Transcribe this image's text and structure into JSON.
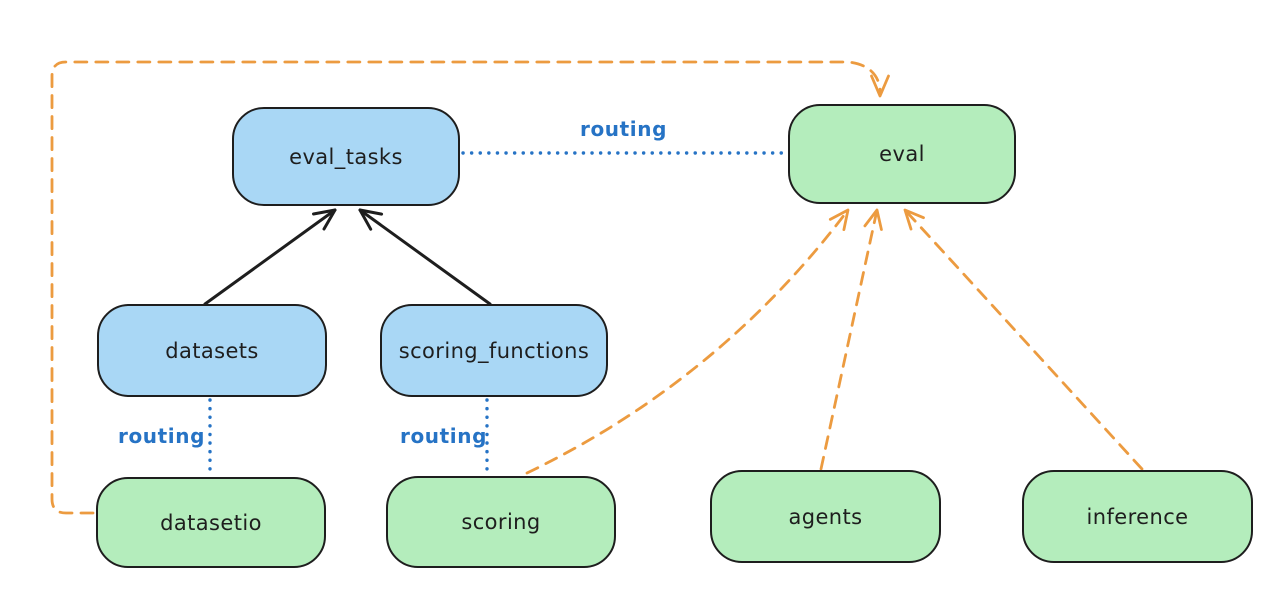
{
  "colors": {
    "bg": "#ffffff",
    "blue_fill": "#a9d7f5",
    "green_fill": "#b4edbc",
    "stroke": "#1e1e1e",
    "routing_blue": "#2673c5",
    "provider_orange": "#ec9b40"
  },
  "nodes": [
    {
      "id": "eval_tasks",
      "label": "eval_tasks",
      "kind": "resource-blue"
    },
    {
      "id": "eval",
      "label": "eval",
      "kind": "api-green"
    },
    {
      "id": "datasets",
      "label": "datasets",
      "kind": "resource-blue"
    },
    {
      "id": "scoring_functions",
      "label": "scoring_functions",
      "kind": "resource-blue"
    },
    {
      "id": "datasetio",
      "label": "datasetio",
      "kind": "api-green"
    },
    {
      "id": "scoring",
      "label": "scoring",
      "kind": "api-green"
    },
    {
      "id": "agents",
      "label": "agents",
      "kind": "api-green"
    },
    {
      "id": "inference",
      "label": "inference",
      "kind": "api-green"
    }
  ],
  "edges": [
    {
      "from": "datasets",
      "to": "eval_tasks",
      "style": "solid",
      "color": "black",
      "arrow": true,
      "label": ""
    },
    {
      "from": "scoring_functions",
      "to": "eval_tasks",
      "style": "solid",
      "color": "black",
      "arrow": true,
      "label": ""
    },
    {
      "from": "eval_tasks",
      "to": "eval",
      "style": "dotted",
      "color": "blue",
      "arrow": false,
      "label": "routing"
    },
    {
      "from": "datasets",
      "to": "datasetio",
      "style": "dotted",
      "color": "blue",
      "arrow": false,
      "label": "routing"
    },
    {
      "from": "scoring_functions",
      "to": "scoring",
      "style": "dotted",
      "color": "blue",
      "arrow": false,
      "label": "routing"
    },
    {
      "from": "datasetio",
      "to": "eval",
      "style": "dashed",
      "color": "orange",
      "arrow": true,
      "label": ""
    },
    {
      "from": "scoring",
      "to": "eval",
      "style": "dashed",
      "color": "orange",
      "arrow": true,
      "label": ""
    },
    {
      "from": "agents",
      "to": "eval",
      "style": "dashed",
      "color": "orange",
      "arrow": true,
      "label": ""
    },
    {
      "from": "inference",
      "to": "eval",
      "style": "dashed",
      "color": "orange",
      "arrow": true,
      "label": ""
    }
  ]
}
